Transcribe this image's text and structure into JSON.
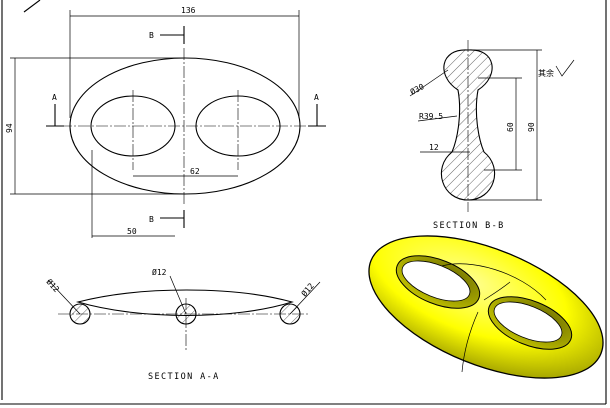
{
  "front_view": {
    "dim_overall_width": "136",
    "dim_height": "94",
    "dim_hole_spacing": "62",
    "dim_half_width": "50",
    "section_mark_b": "B",
    "section_mark_a": "A"
  },
  "section_bb": {
    "title": "SECTION B-B",
    "dim_diameter": "Ø30",
    "dim_radius": "R39.5",
    "dim_waist": "12",
    "dim_inner": "60",
    "dim_outer": "90",
    "surface_note": "其余"
  },
  "section_aa": {
    "title": "SECTION A-A",
    "dim_left": "Ø12",
    "dim_center": "Ø12",
    "dim_right": "Ø12"
  },
  "colors": {
    "line": "#000000",
    "model_fill": "#ffff00",
    "background": "#ffffff"
  }
}
